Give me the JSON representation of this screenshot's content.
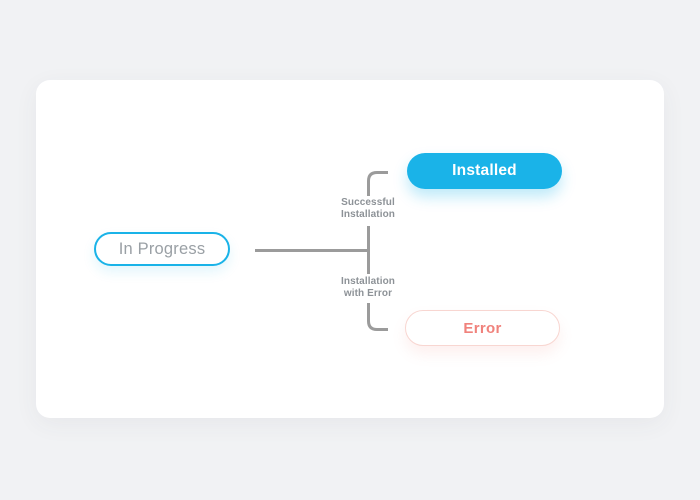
{
  "diagram": {
    "nodes": [
      {
        "id": "in-progress",
        "label": "In Progress",
        "state": "current"
      },
      {
        "id": "installed",
        "label": "Installed",
        "state": "success"
      },
      {
        "id": "error",
        "label": "Error",
        "state": "error"
      }
    ],
    "edges": [
      {
        "from": "in-progress",
        "to": "installed",
        "label": "Successful Installation",
        "label_lines": [
          "Successful",
          "Installation"
        ]
      },
      {
        "from": "in-progress",
        "to": "error",
        "label": "Installation with Error",
        "label_lines": [
          "Installation",
          "with Error"
        ]
      }
    ]
  },
  "colors": {
    "page-bg": "#f1f2f4",
    "card-bg": "#ffffff",
    "accent-blue": "#1ab3e8",
    "node-gray-text": "#9aa0a5",
    "connector-gray": "#9b9b9b",
    "label-gray": "#8d9297",
    "error-red": "#f0827c",
    "error-border": "#f8d6d1"
  }
}
